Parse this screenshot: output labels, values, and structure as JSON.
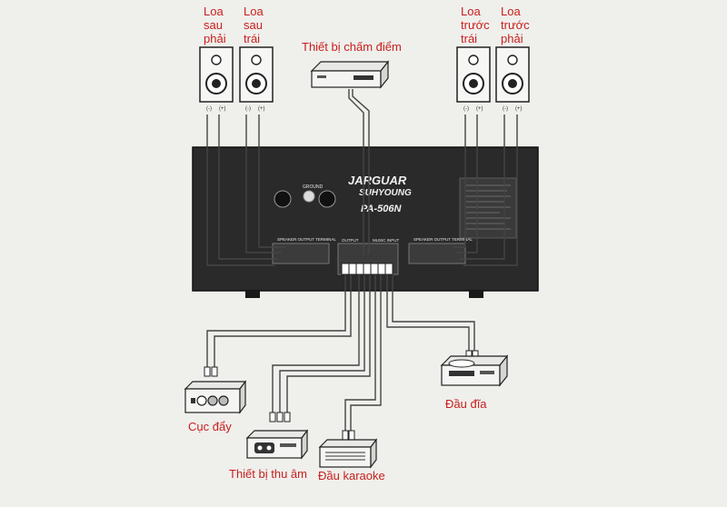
{
  "labels": {
    "rear_right": [
      "Loa",
      "sau",
      "phải"
    ],
    "rear_left": [
      "Loa",
      "sau",
      "trái"
    ],
    "scoring": "Thiết bị chấm điểm",
    "front_left": [
      "Loa",
      "trước",
      "trái"
    ],
    "front_right": [
      "Loa",
      "trước",
      "phải"
    ],
    "power_amp": "Cục đẩy",
    "disc_player": "Đầu đĩa",
    "recorder": "Thiết bị thu âm",
    "karaoke_player": "Đầu karaoke"
  },
  "panel": {
    "brand": "JARGUAR",
    "subbrand": "SUHYOUNG",
    "model": "PA-506N",
    "ground": "GROUND",
    "speaker_terminal_left": "SPEAKER OUTPUT TERMINAL",
    "speaker_terminal_right": "SPEAKER OUTPUT TERMINAL",
    "output_label": "OUTPUT",
    "music_input_label": "MUSIC INPUT"
  },
  "terminal_marks": [
    "(-)",
    "(+)"
  ],
  "colors": {
    "label": "#c8201e",
    "panel": "#2a2a2a",
    "wire": "#444444"
  }
}
